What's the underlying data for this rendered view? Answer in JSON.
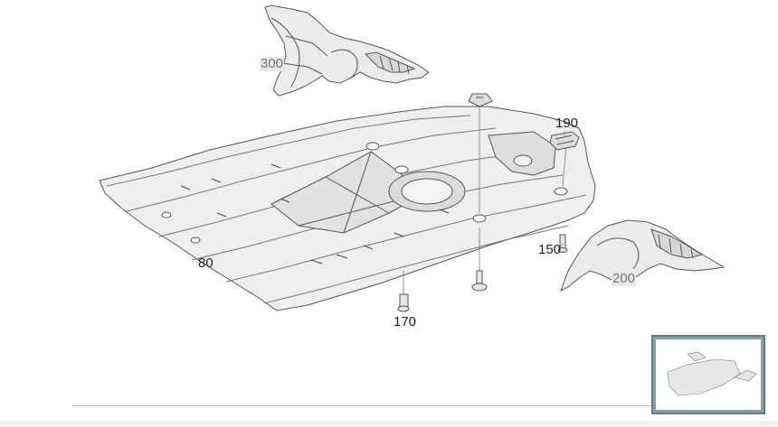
{
  "callouts": {
    "part_300": "300",
    "part_190": "190",
    "part_150": "150",
    "part_200": "200",
    "part_80": "80",
    "part_170": "170"
  },
  "colors": {
    "line": "#555555",
    "fill_light": "#e9e9e9",
    "fill_mid": "#d4d4d4",
    "thumbnail_border": "#5c7f8c"
  },
  "thumbnail": {
    "active": true
  }
}
